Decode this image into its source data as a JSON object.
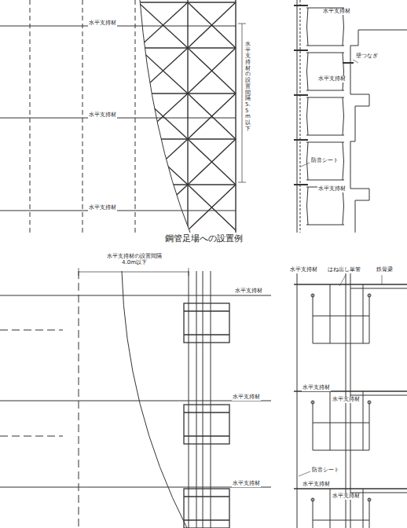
{
  "diagram": {
    "caption": "鋼管足場への設置例",
    "labels": [
      "水平支持材",
      "水平支持材",
      "水平支持材",
      "水平支持材の設置間隔5.5m以下",
      "水平支持材",
      "壁つなぎ",
      "水平支持材",
      "防音シート",
      "水平支持材",
      "水平支持材の設置間隔 4.0m以下",
      "水平支持材",
      "水平支持材",
      "水平支持材",
      "水平支持材",
      "はね出し単管",
      "鉄骨梁",
      "水平支持材",
      "水平支持材",
      "防音シート",
      "水平支持材",
      "水平支持材"
    ]
  }
}
